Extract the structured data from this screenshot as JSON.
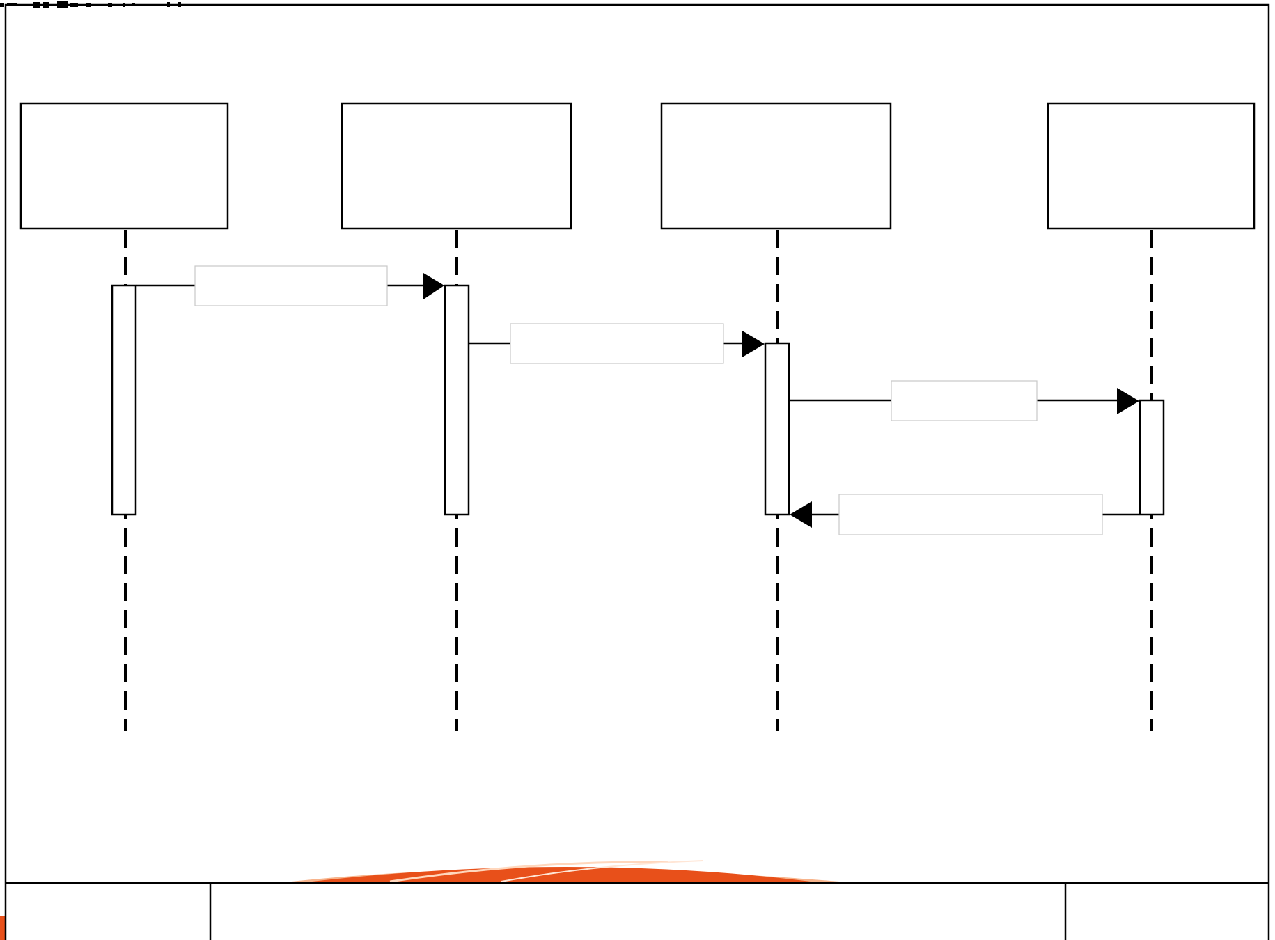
{
  "diagram": {
    "type": "sequence-diagram",
    "participants": [
      {
        "id": "p1",
        "label": ""
      },
      {
        "id": "p2",
        "label": ""
      },
      {
        "id": "p3",
        "label": ""
      },
      {
        "id": "p4",
        "label": ""
      }
    ],
    "messages": [
      {
        "from": "p1",
        "to": "p2",
        "label": ""
      },
      {
        "from": "p2",
        "to": "p3",
        "label": ""
      },
      {
        "from": "p3",
        "to": "p4",
        "label": ""
      },
      {
        "from": "p4",
        "to": "p3",
        "label": ""
      }
    ]
  },
  "footer": {
    "left": "",
    "center": "",
    "right": ""
  },
  "colors": {
    "line": "#000000",
    "label_box_border": "#c8c8c8",
    "accent_orange": "#e8501a",
    "accent_orange_light": "#f29055",
    "background": "#ffffff"
  }
}
